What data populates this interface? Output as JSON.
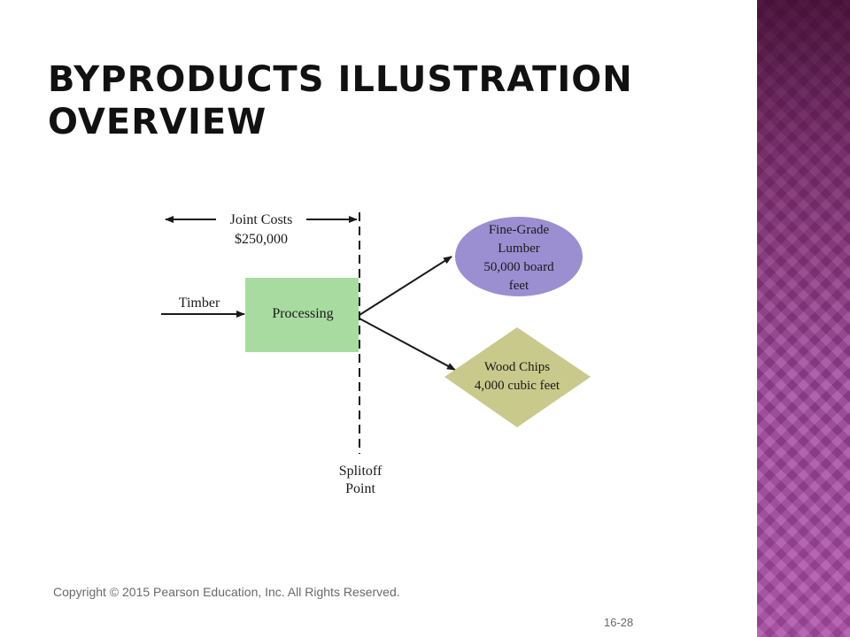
{
  "slide": {
    "title_line1": "Byproducts Illustration",
    "title_line2": "Overview",
    "copyright": "Copyright © 2015 Pearson Education, Inc. All Rights Reserved.",
    "page_number": "16-28"
  },
  "diagram": {
    "joint_costs_label": "Joint Costs",
    "joint_costs_amount": "$250,000",
    "input_label": "Timber",
    "process_label": "Processing",
    "splitoff_line1": "Splitoff",
    "splitoff_line2": "Point",
    "main_product": {
      "line1": "Fine-Grade",
      "line2": "Lumber",
      "line3": "50,000 board",
      "line4": "feet"
    },
    "byproduct": {
      "line1": "Wood Chips",
      "line2": "4,000 cubic feet"
    }
  },
  "colors": {
    "process_box": "#a8dba0",
    "main_product_ellipse": "#9b8fd1",
    "byproduct_diamond": "#c9c98c",
    "side_panel": "#a2489e"
  }
}
